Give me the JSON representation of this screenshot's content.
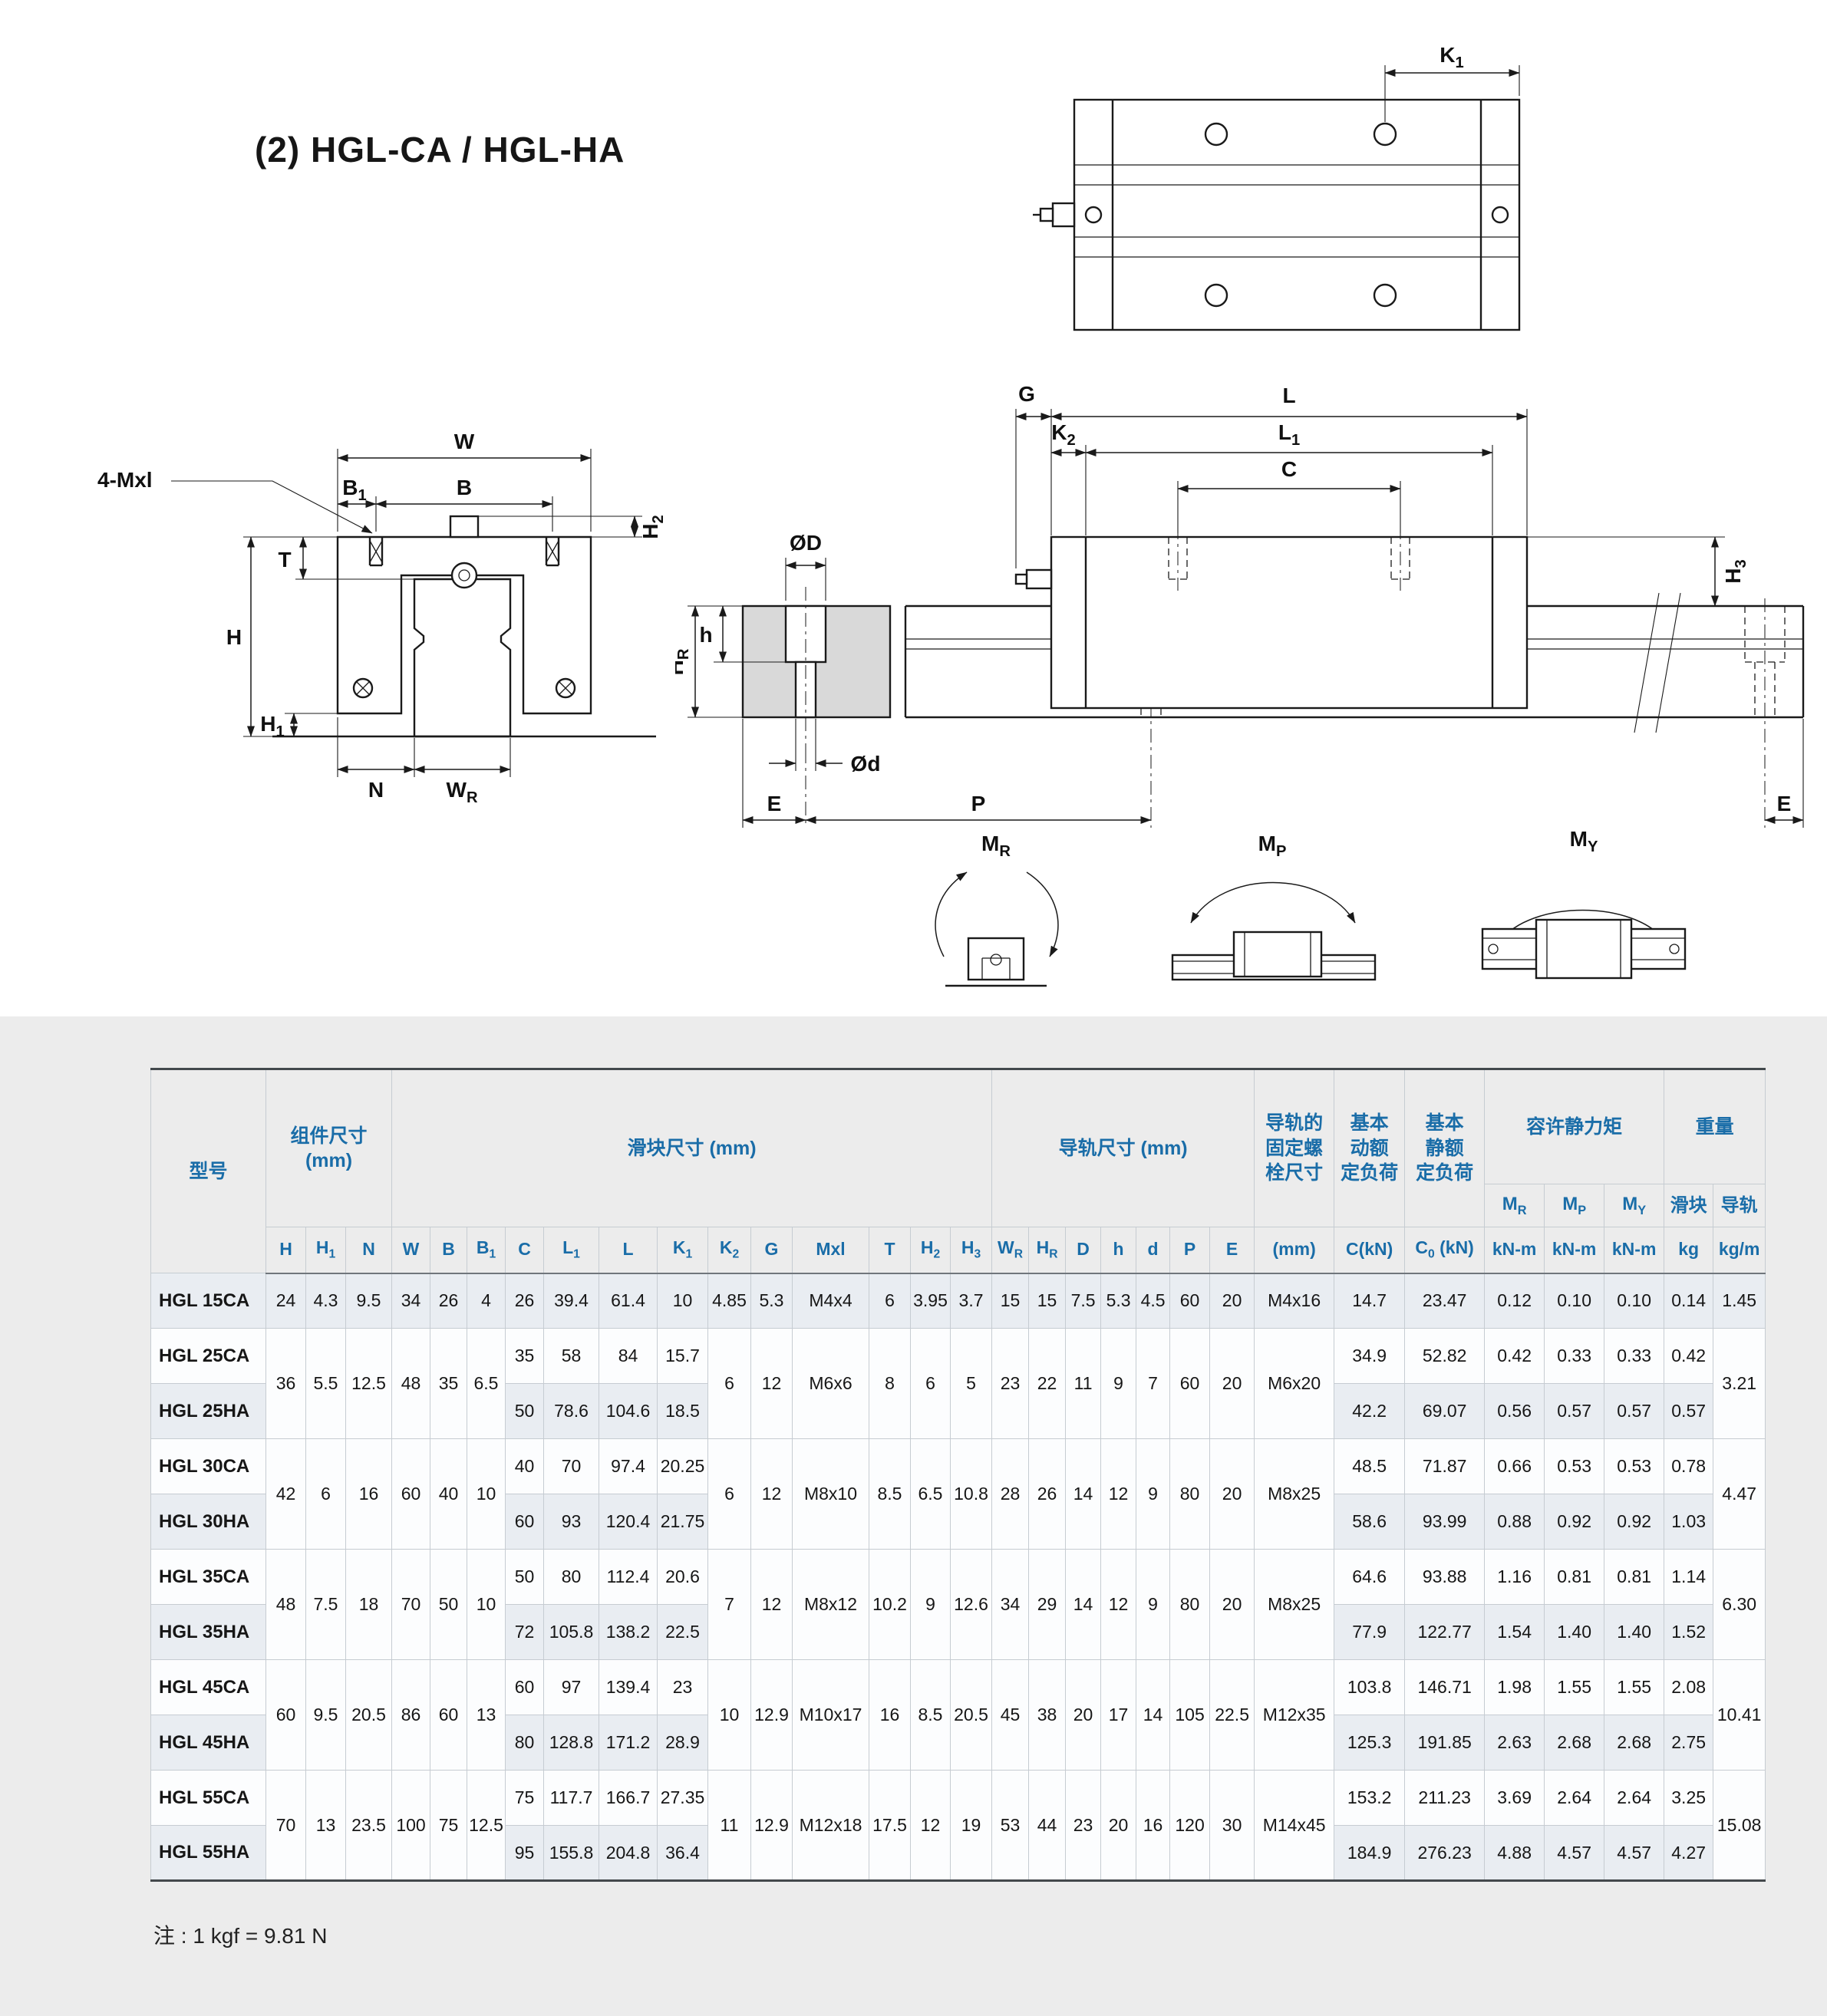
{
  "page": {
    "title": "(2)  HGL-CA / HGL-HA",
    "note": "注 : 1 kgf = 9.81 N"
  },
  "diagrams": {
    "top_view": {
      "k1": "K_{1}"
    },
    "front_view": {
      "mxl": "4-Mxl",
      "w": "W",
      "b1": "B_{1}",
      "b": "B",
      "h2": "H_{2}",
      "t": "T",
      "h": "H",
      "h1": "H_{1}",
      "n": "N",
      "wr": "W_{R}"
    },
    "side_view": {
      "g": "G",
      "l": "L",
      "k2": "K_{2}",
      "l1": "L_{1}",
      "c": "C",
      "phi_d_upper": "ØD",
      "h": "h",
      "hr": "H_{R}",
      "phi_d_lower": "Ød",
      "e_left": "E",
      "p": "P",
      "e_right": "E",
      "h3": "H_{3}"
    },
    "moments": {
      "mr": "M_{R}",
      "mp": "M_{P}",
      "my": "M_{Y}"
    }
  },
  "table": {
    "header": {
      "model": "型号",
      "top": [
        "组件尺寸\n(mm)",
        "滑块尺寸 (mm)",
        "导轨尺寸 (mm)",
        "导轨的\n固定螺\n栓尺寸",
        "基本\n动额\n定负荷",
        "基本\n静额\n定负荷",
        "容许静力矩",
        "重量"
      ],
      "mid": [
        "M_{R}",
        "M_{P}",
        "M_{Y}",
        "滑块",
        "导轨"
      ],
      "bottom": [
        "H",
        "H_{1}",
        "N",
        "W",
        "B",
        "B_{1}",
        "C",
        "L_{1}",
        "L",
        "K_{1}",
        "K_{2}",
        "G",
        "Mxl",
        "T",
        "H_{2}",
        "H_{3}",
        "W_{R}",
        "H_{R}",
        "D",
        "h",
        "d",
        "P",
        "E",
        "(mm)",
        "C(kN)",
        "C_{0} (kN)",
        "kN-m",
        "kN-m",
        "kN-m",
        "kg",
        "kg/m"
      ]
    },
    "groups": [
      {
        "models": [
          "HGL 15CA"
        ],
        "dims": [
          "24",
          "4.3",
          "9.5",
          "34",
          "26",
          "4"
        ],
        "block": [
          [
            "26",
            "39.4",
            "61.4",
            "10"
          ]
        ],
        "shared": [
          "4.85",
          "5.3",
          "M4x4",
          "6",
          "3.95",
          "3.7",
          "15",
          "15",
          "7.5",
          "5.3",
          "4.5",
          "60",
          "20",
          "M4x16"
        ],
        "loads": [
          [
            "14.7",
            "23.47",
            "0.12",
            "0.10",
            "0.10",
            "0.14"
          ]
        ],
        "rail_kg": "1.45"
      },
      {
        "models": [
          "HGL 25CA",
          "HGL 25HA"
        ],
        "dims": [
          "36",
          "5.5",
          "12.5",
          "48",
          "35",
          "6.5"
        ],
        "block": [
          [
            "35",
            "58",
            "84",
            "15.7"
          ],
          [
            "50",
            "78.6",
            "104.6",
            "18.5"
          ]
        ],
        "shared": [
          "6",
          "12",
          "M6x6",
          "8",
          "6",
          "5",
          "23",
          "22",
          "11",
          "9",
          "7",
          "60",
          "20",
          "M6x20"
        ],
        "loads": [
          [
            "34.9",
            "52.82",
            "0.42",
            "0.33",
            "0.33",
            "0.42"
          ],
          [
            "42.2",
            "69.07",
            "0.56",
            "0.57",
            "0.57",
            "0.57"
          ]
        ],
        "rail_kg": "3.21"
      },
      {
        "models": [
          "HGL 30CA",
          "HGL 30HA"
        ],
        "dims": [
          "42",
          "6",
          "16",
          "60",
          "40",
          "10"
        ],
        "block": [
          [
            "40",
            "70",
            "97.4",
            "20.25"
          ],
          [
            "60",
            "93",
            "120.4",
            "21.75"
          ]
        ],
        "shared": [
          "6",
          "12",
          "M8x10",
          "8.5",
          "6.5",
          "10.8",
          "28",
          "26",
          "14",
          "12",
          "9",
          "80",
          "20",
          "M8x25"
        ],
        "loads": [
          [
            "48.5",
            "71.87",
            "0.66",
            "0.53",
            "0.53",
            "0.78"
          ],
          [
            "58.6",
            "93.99",
            "0.88",
            "0.92",
            "0.92",
            "1.03"
          ]
        ],
        "rail_kg": "4.47"
      },
      {
        "models": [
          "HGL 35CA",
          "HGL 35HA"
        ],
        "dims": [
          "48",
          "7.5",
          "18",
          "70",
          "50",
          "10"
        ],
        "block": [
          [
            "50",
            "80",
            "112.4",
            "20.6"
          ],
          [
            "72",
            "105.8",
            "138.2",
            "22.5"
          ]
        ],
        "shared": [
          "7",
          "12",
          "M8x12",
          "10.2",
          "9",
          "12.6",
          "34",
          "29",
          "14",
          "12",
          "9",
          "80",
          "20",
          "M8x25"
        ],
        "loads": [
          [
            "64.6",
            "93.88",
            "1.16",
            "0.81",
            "0.81",
            "1.14"
          ],
          [
            "77.9",
            "122.77",
            "1.54",
            "1.40",
            "1.40",
            "1.52"
          ]
        ],
        "rail_kg": "6.30"
      },
      {
        "models": [
          "HGL 45CA",
          "HGL 45HA"
        ],
        "dims": [
          "60",
          "9.5",
          "20.5",
          "86",
          "60",
          "13"
        ],
        "block": [
          [
            "60",
            "97",
            "139.4",
            "23"
          ],
          [
            "80",
            "128.8",
            "171.2",
            "28.9"
          ]
        ],
        "shared": [
          "10",
          "12.9",
          "M10x17",
          "16",
          "8.5",
          "20.5",
          "45",
          "38",
          "20",
          "17",
          "14",
          "105",
          "22.5",
          "M12x35"
        ],
        "loads": [
          [
            "103.8",
            "146.71",
            "1.98",
            "1.55",
            "1.55",
            "2.08"
          ],
          [
            "125.3",
            "191.85",
            "2.63",
            "2.68",
            "2.68",
            "2.75"
          ]
        ],
        "rail_kg": "10.41"
      },
      {
        "models": [
          "HGL 55CA",
          "HGL 55HA"
        ],
        "dims": [
          "70",
          "13",
          "23.5",
          "100",
          "75",
          "12.5"
        ],
        "block": [
          [
            "75",
            "117.7",
            "166.7",
            "27.35"
          ],
          [
            "95",
            "155.8",
            "204.8",
            "36.4"
          ]
        ],
        "shared": [
          "11",
          "12.9",
          "M12x18",
          "17.5",
          "12",
          "19",
          "53",
          "44",
          "23",
          "20",
          "16",
          "120",
          "30",
          "M14x45"
        ],
        "loads": [
          [
            "153.2",
            "211.23",
            "3.69",
            "2.64",
            "2.64",
            "3.25"
          ],
          [
            "184.9",
            "276.23",
            "4.88",
            "4.57",
            "4.57",
            "4.27"
          ]
        ],
        "rail_kg": "15.08"
      }
    ]
  }
}
